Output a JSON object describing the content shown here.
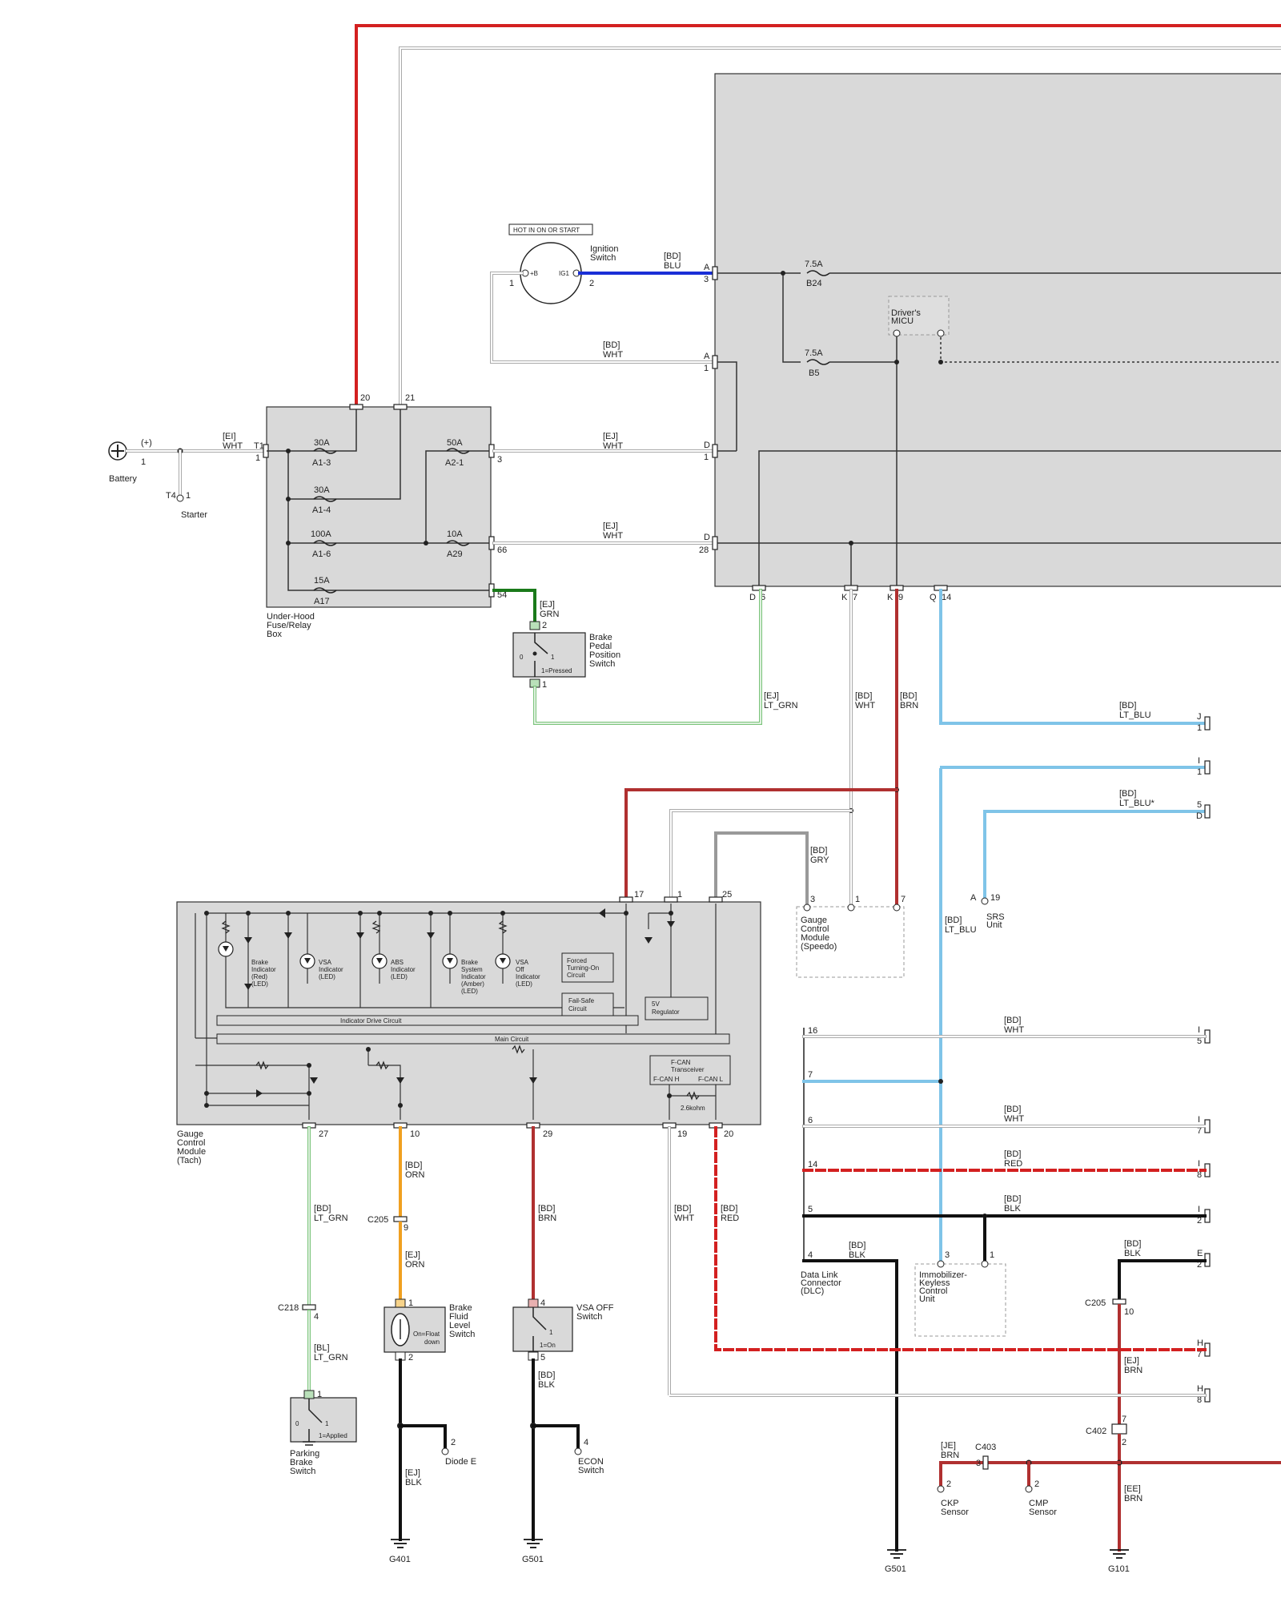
{
  "colors": {
    "red": "#d32020",
    "brn": "#b03030",
    "blu": "#1a2fd6",
    "grn": "#1a7a1a",
    "lt_grn": "#7cc47c",
    "lt_blu": "#7fc4e8",
    "orn": "#f0a020",
    "wht": "#aaaaaa",
    "blk": "#111111",
    "gry": "#999999",
    "box": "#d9d9d9"
  },
  "battery": {
    "label": "Battery",
    "plus": "(+)",
    "pin": "1",
    "starter_label": "Starter",
    "starter_ref": "T4",
    "starter_pin": "1"
  },
  "underhood": {
    "label_lines": [
      "Under-Hood",
      "Fuse/Relay",
      "Box"
    ],
    "pin_t1": "T1",
    "pin_t1b": "1",
    "pin20": "20",
    "pin21": "21",
    "pin3": "3",
    "pin66": "66",
    "pin54": "54",
    "fuses": [
      {
        "amp": "30A",
        "name": "A1-3"
      },
      {
        "amp": "30A",
        "name": "A1-4"
      },
      {
        "amp": "100A",
        "name": "A1-6"
      },
      {
        "amp": "15A",
        "name": "A17"
      },
      {
        "amp": "50A",
        "name": "A2-1"
      },
      {
        "amp": "10A",
        "name": "A29"
      }
    ]
  },
  "ignition": {
    "banner": "HOT IN ON OR START",
    "label_lines": [
      "Ignition",
      "Switch"
    ],
    "term_b": "+B",
    "term_ig1": "IG1",
    "pin1": "1",
    "pin2": "2"
  },
  "underdash": {
    "fuses": [
      {
        "amp": "7.5A",
        "name": "B24"
      },
      {
        "amp": "7.5A",
        "name": "B5"
      }
    ],
    "micu_lines": [
      "Driver's",
      "MICU"
    ],
    "pin_a3": [
      "A",
      "3"
    ],
    "pin_a1": [
      "A",
      "1"
    ],
    "pin_d1": [
      "D",
      "1"
    ],
    "pin_d28": [
      "D",
      "28"
    ],
    "pin_d6": [
      "D",
      "6"
    ],
    "pin_k7": [
      "K",
      "7"
    ],
    "pin_k9": [
      "K",
      "9"
    ],
    "pin_q14": [
      "Q",
      "14"
    ]
  },
  "wires": {
    "ei_wht": [
      "[EI]",
      "WHT"
    ],
    "bd_blu": [
      "[BD]",
      "BLU"
    ],
    "bd_wht": [
      "[BD]",
      "WHT"
    ],
    "ej_wht": [
      "[EJ]",
      "WHT"
    ],
    "ej_grn": [
      "[EJ]",
      "GRN"
    ],
    "ej_lt_grn": [
      "[EJ]",
      "LT_GRN"
    ],
    "bd_brn": [
      "[BD]",
      "BRN"
    ],
    "bd_lt_blu": [
      "[BD]",
      "LT_BLU"
    ],
    "bd_lt_blu_star": [
      "[BD]",
      "LT_BLU*"
    ],
    "bd_gry": [
      "[BD]",
      "GRY"
    ],
    "bd_lt_grn": [
      "[BD]",
      "LT_GRN"
    ],
    "bd_orn": [
      "[BD]",
      "ORN"
    ],
    "ej_orn": [
      "[EJ]",
      "ORN"
    ],
    "bd_red": [
      "[BD]",
      "RED"
    ],
    "bd_blk": [
      "[BD]",
      "BLK"
    ],
    "bl_lt_grn": [
      "[BL]",
      "LT_GRN"
    ],
    "ej_blk": [
      "[EJ]",
      "BLK"
    ],
    "ej_brn": [
      "[EJ]",
      "BRN"
    ],
    "je_brn": [
      "[JE]",
      "BRN"
    ],
    "ee_brn": [
      "[EE]",
      "BRN"
    ]
  },
  "brake_pedal": {
    "label_lines": [
      "Brake",
      "Pedal",
      "Position",
      "Switch"
    ],
    "state": "1=Pressed",
    "pin_top": "2",
    "pin_bot": "1",
    "p0": "0",
    "p1": "1"
  },
  "speedo": {
    "label_lines": [
      "Gauge",
      "Control",
      "Module",
      "(Speedo)"
    ],
    "pin3": "3",
    "pin1": "1",
    "pin7": "7"
  },
  "srs": {
    "label_lines": [
      "SRS",
      "Unit"
    ],
    "pin_a": "A",
    "pin19": "19"
  },
  "tach": {
    "label_lines": [
      "Gauge",
      "Control",
      "Module",
      "(Tach)"
    ],
    "pins_top": [
      "17",
      "1",
      "25"
    ],
    "pins_bottom": [
      "27",
      "10",
      "29",
      "19",
      "20"
    ],
    "indicators": [
      [
        "Brake",
        "Indicator",
        "(Red)",
        "(LED)"
      ],
      [
        "VSA",
        "Indicator",
        "(LED)"
      ],
      [
        "ABS",
        "Indicator",
        "(LED)"
      ],
      [
        "Brake",
        "System",
        "Indicator",
        "(Amber)",
        "(LED)"
      ],
      [
        "VSA",
        "Off",
        "Indicator",
        "(LED)"
      ]
    ],
    "forced": [
      "Forced",
      "Turning-On",
      "Circuit"
    ],
    "failsafe": [
      "Fail-Safe",
      "Circuit"
    ],
    "regulator": [
      "5V",
      "Regulator"
    ],
    "indicator_drive": "Indicator Drive Circuit",
    "main_circuit": "Main Circuit",
    "fcan": [
      "F-CAN",
      "Transceiver"
    ],
    "fcan_h": "F-CAN H",
    "fcan_l": "F-CAN L",
    "resistor": "2.6kohm"
  },
  "connectors": {
    "c205a": {
      "name": "C205",
      "pin": "9"
    },
    "c218": {
      "name": "C218",
      "pin": "4"
    },
    "c205b": {
      "name": "C205",
      "pin": "10"
    },
    "c402": {
      "name": "C402",
      "pin_a": "7",
      "pin_b": "2"
    },
    "c403": {
      "name": "C403",
      "pin": "3"
    }
  },
  "parking_brake": {
    "label_lines": [
      "Parking",
      "Brake",
      "Switch"
    ],
    "state": "1=Applied",
    "pin": "1",
    "p0": "0",
    "p1": "1"
  },
  "brake_fluid": {
    "label_lines": [
      "Brake",
      "Fluid",
      "Level",
      "Switch"
    ],
    "state_lines": [
      "On=Float",
      "down"
    ],
    "pin1": "1",
    "pin2": "2"
  },
  "vsa_off": {
    "label_lines": [
      "VSA OFF",
      "Switch"
    ],
    "state": "1=On",
    "pin4": "4",
    "pin5": "5",
    "p1": "1"
  },
  "diode_e": {
    "label": "Diode E",
    "pin": "2"
  },
  "econ": {
    "label_lines": [
      "ECON",
      "Switch"
    ],
    "pin": "4"
  },
  "dlc": {
    "label_lines": [
      "Data Link",
      "Connector",
      "(DLC)"
    ],
    "pins": [
      "16",
      "7",
      "6",
      "14",
      "5",
      "4"
    ]
  },
  "immobilizer": {
    "label_lines": [
      "Immobilizer-",
      "Keyless",
      "Control",
      "Unit"
    ],
    "pin3": "3",
    "pin1": "1"
  },
  "ckp": {
    "label_lines": [
      "CKP",
      "Sensor"
    ],
    "pin": "2"
  },
  "cmp": {
    "label_lines": [
      "CMP",
      "Sensor"
    ],
    "pin": "2"
  },
  "grounds": {
    "g401": "G401",
    "g501a": "G501",
    "g501b": "G501",
    "g101": "G101"
  },
  "edge_pins": [
    [
      "J",
      "1"
    ],
    [
      "I",
      "1"
    ],
    [
      "5",
      "D"
    ],
    [
      "I",
      "5"
    ],
    [
      "I",
      "7"
    ],
    [
      "I",
      "8"
    ],
    [
      "I",
      "2"
    ],
    [
      "E",
      "2"
    ],
    [
      "H",
      "7"
    ],
    [
      "H",
      "8"
    ]
  ]
}
